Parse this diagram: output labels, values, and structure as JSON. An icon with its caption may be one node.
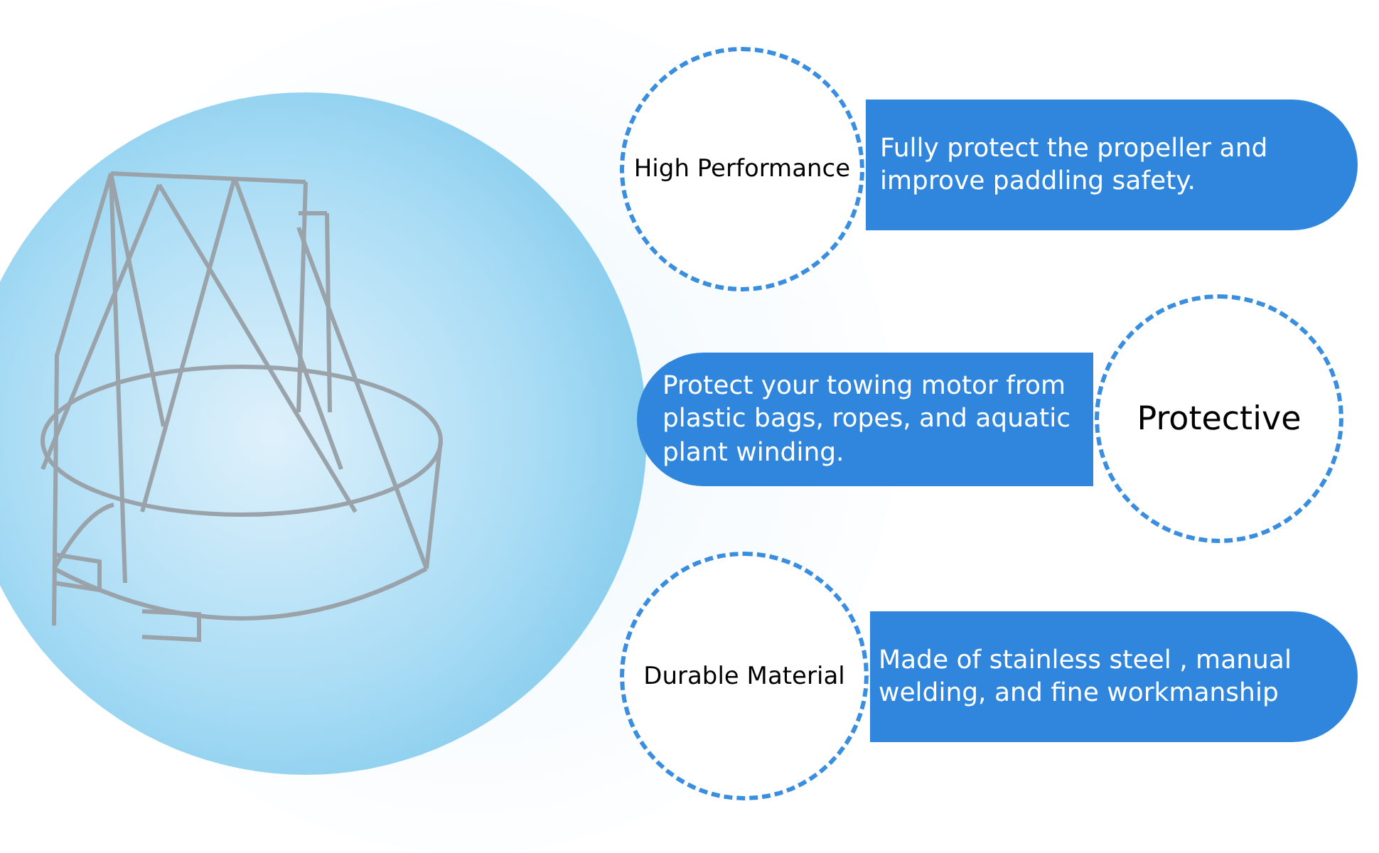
{
  "diagram": {
    "nodes": [
      {
        "text": [
          "High Performance"
        ]
      },
      {
        "text": [
          "Fully protect the propeller and improve paddling safety."
        ]
      },
      {
        "text": [
          "Protect your towing motor from plastic bags, ropes, and aquatic plant winding."
        ]
      },
      {
        "text": [
          "Protective"
        ]
      },
      {
        "text": [
          "Durable Material"
        ]
      },
      {
        "text": [
          "Made of stainless steel , manual welding, and fine workmanship"
        ]
      }
    ],
    "edges": []
  }
}
